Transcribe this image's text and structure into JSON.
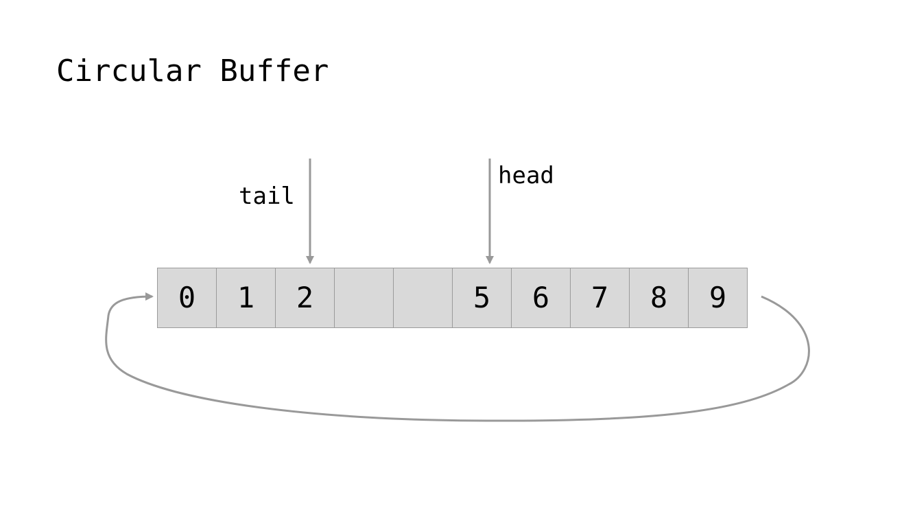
{
  "title": "Circular Buffer",
  "pointers": {
    "tail": {
      "label": "tail",
      "index": 2
    },
    "head": {
      "label": "head",
      "index": 5
    }
  },
  "buffer": {
    "cells": [
      "0",
      "1",
      "2",
      "",
      "",
      "5",
      "6",
      "7",
      "8",
      "9"
    ]
  },
  "colors": {
    "cell_fill": "#d9d9d9",
    "cell_border": "#9a9a9a",
    "arrow": "#999999",
    "text": "#000000"
  }
}
